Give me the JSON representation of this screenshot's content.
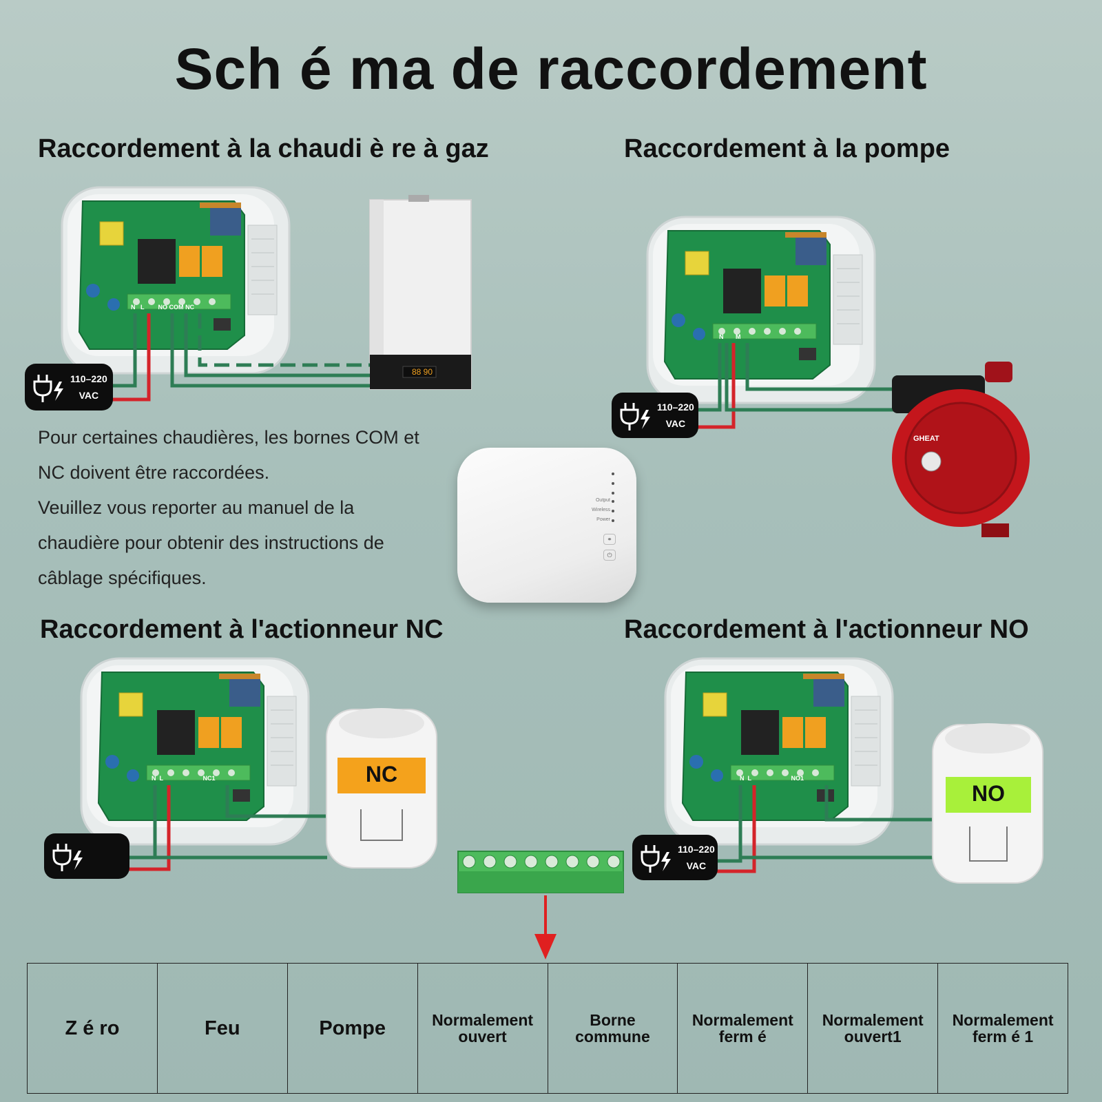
{
  "title": "Sch é ma de raccordement",
  "sections": {
    "gas": "Raccordement  à  la chaudi è re  à  gaz",
    "pump": "Raccordement  à  la pompe",
    "nc": "Raccordement  à  l'actionneur NC",
    "no": "Raccordement  à  l'actionneur NO"
  },
  "note": {
    "lines": [
      "Pour certaines chaudières, les bornes COM et",
      "NC doivent être raccordées.",
      "Veuillez vous reporter au manuel de la",
      "chaudière pour obtenir des instructions de",
      "câblage spécifiques."
    ]
  },
  "power": {
    "voltage": "110–220",
    "unit": "VAC"
  },
  "terminals": {
    "gas": [
      "N",
      "L",
      "NO",
      "COM",
      "NC"
    ],
    "pump": [
      "N",
      "M"
    ],
    "nc": [
      "N",
      "L",
      "NC1"
    ],
    "no": [
      "N",
      "L",
      "NO1"
    ]
  },
  "boiler_display": "88 90",
  "pump_brand": "GHEAT",
  "hub": {
    "labels": [
      "Output",
      "Wireless",
      "Power"
    ]
  },
  "actuators": {
    "nc": "NC",
    "no": "NO"
  },
  "legend": {
    "cells": [
      [
        "Z é ro"
      ],
      [
        "Feu"
      ],
      [
        "Pompe"
      ],
      [
        "Normalement",
        "ouvert"
      ],
      [
        "Borne",
        "commune"
      ],
      [
        "Normalement",
        "ferm é"
      ],
      [
        "Normalement",
        "ouvert1"
      ],
      [
        "Normalement",
        "ferm é 1"
      ]
    ]
  },
  "colors": {
    "pcb": "#1f8f4a",
    "wire_green": "#2e7d55",
    "wire_red": "#d4242a",
    "nc_label": "#f4a21c",
    "no_label": "#a8f03a",
    "pump_red": "#c4161c"
  }
}
